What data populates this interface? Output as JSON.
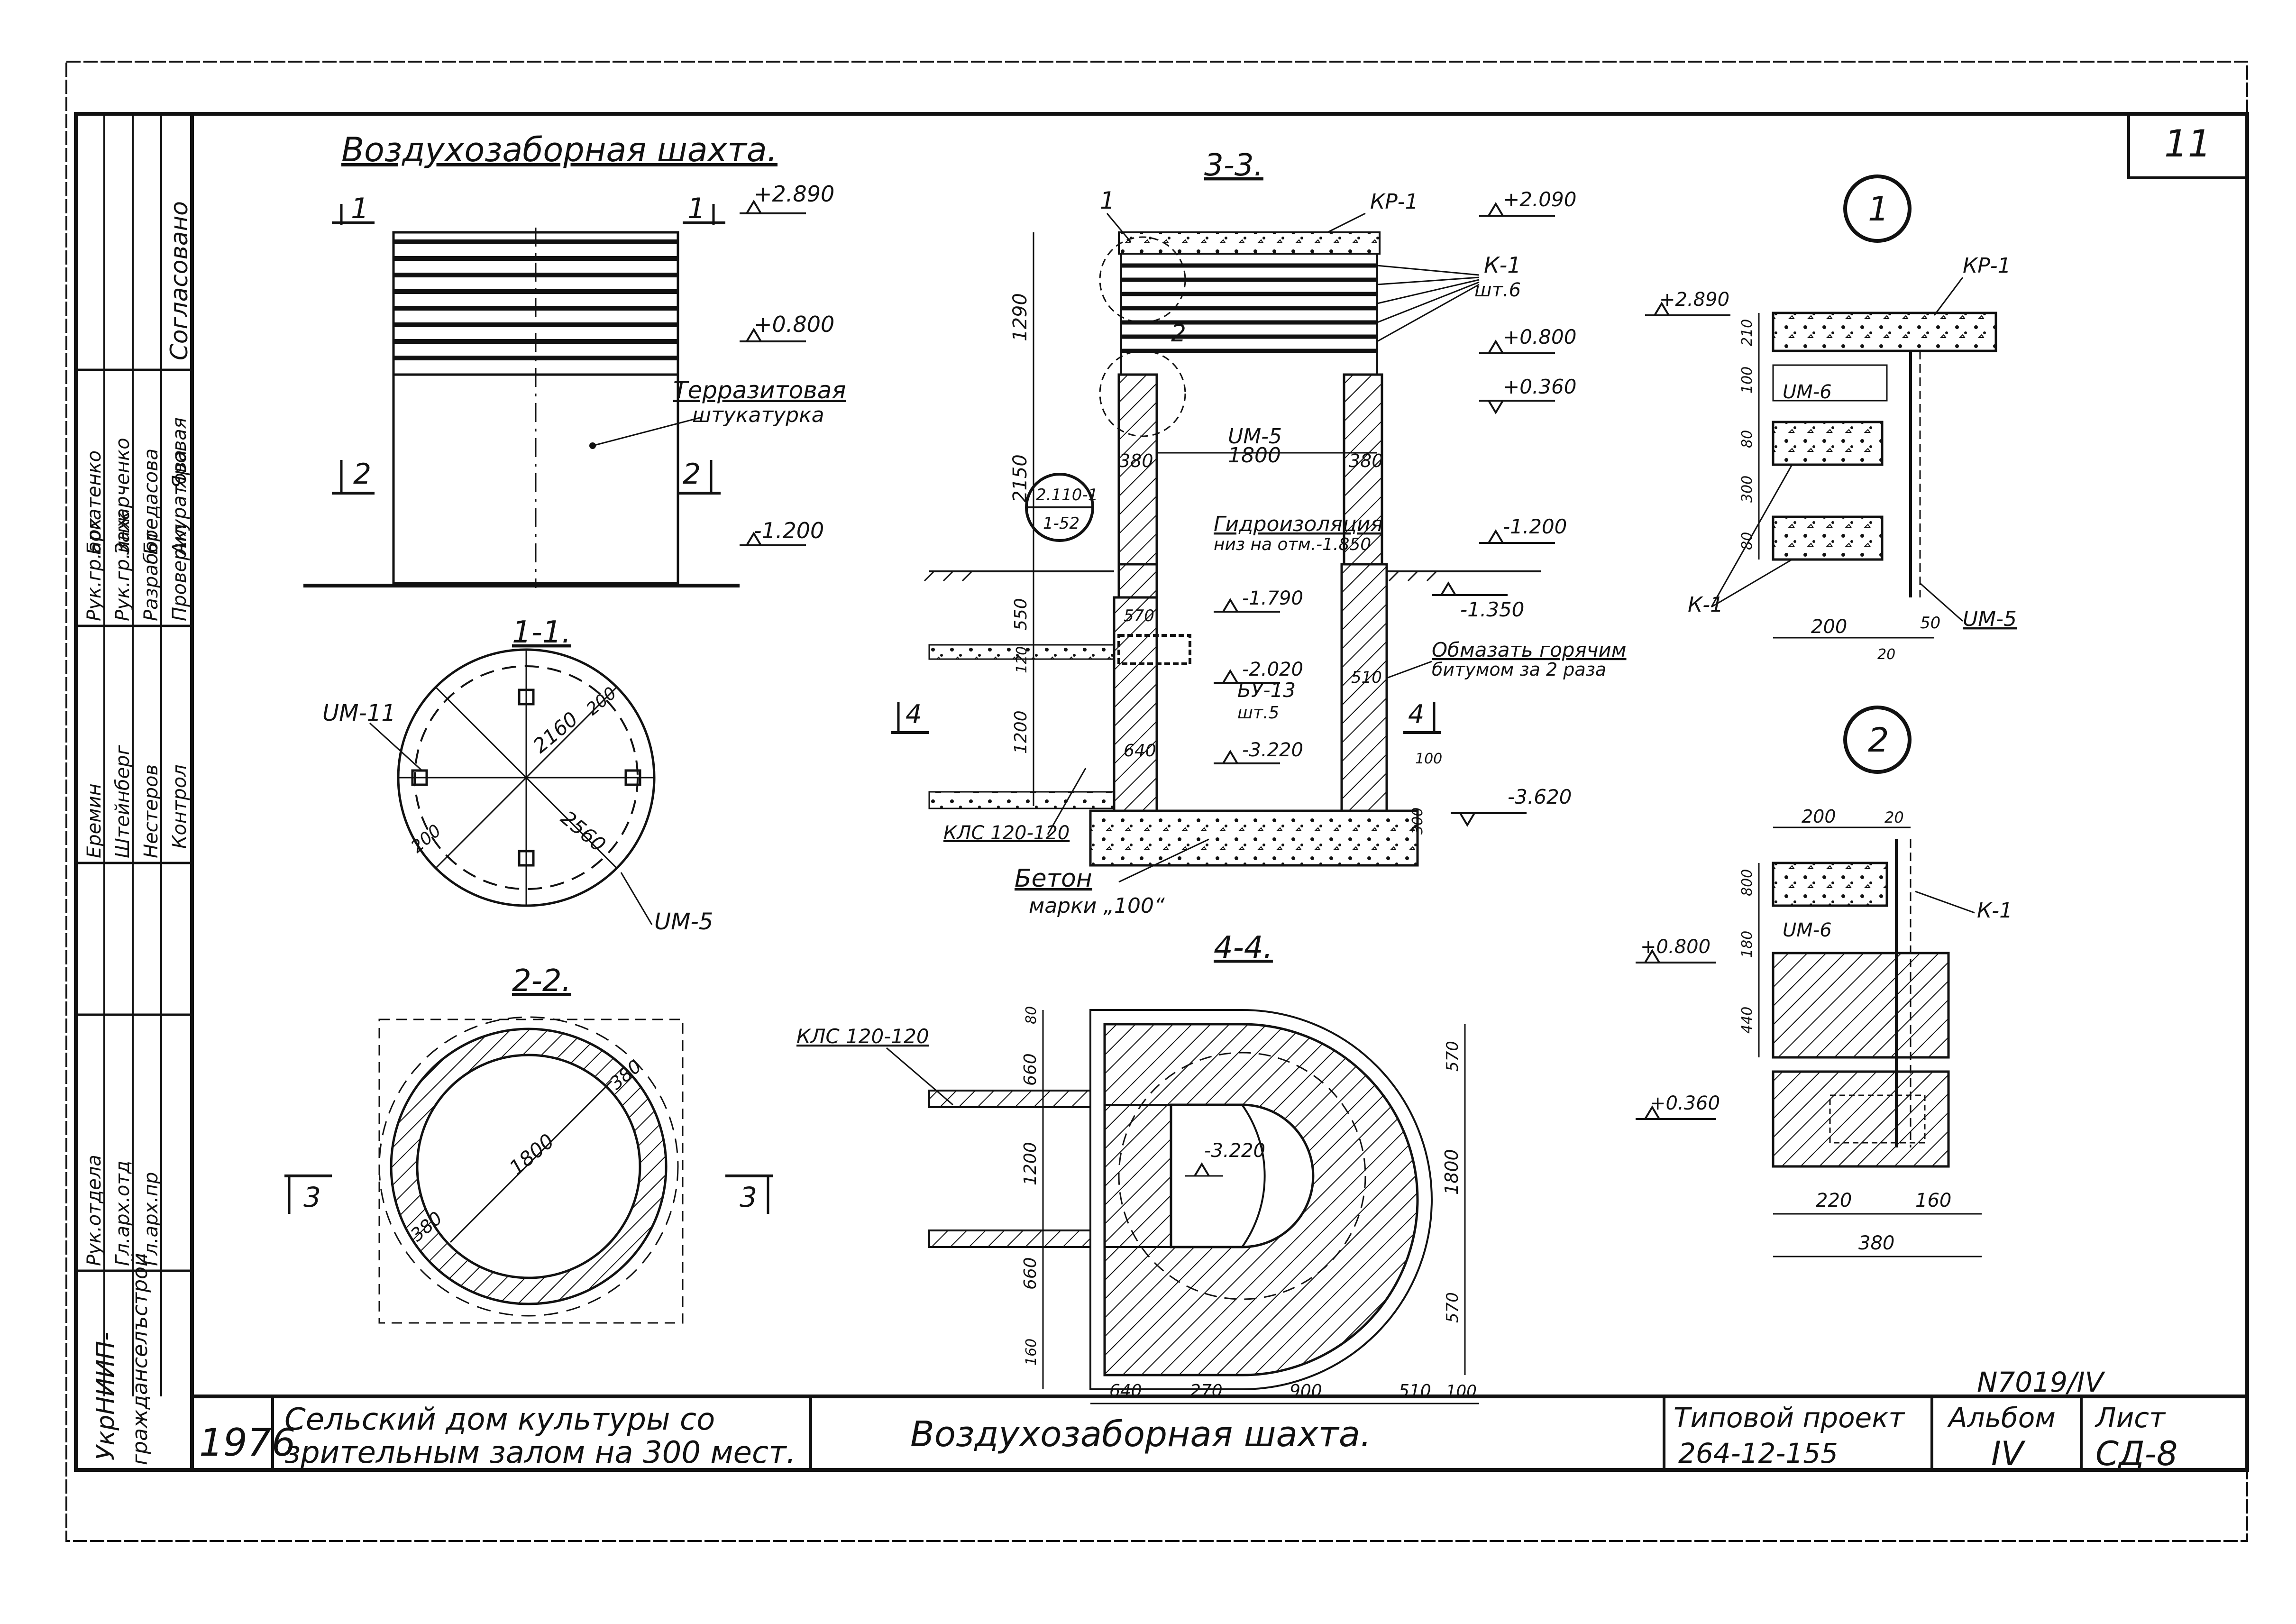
{
  "sheet": {
    "number": "11",
    "doc_no": "N7019/IV",
    "year": "1976",
    "project_name_line1": "Сельский дом культуры со",
    "project_name_line2": "зрительным залом на 300 мест.",
    "drawing_title": "Воздухозаборная шахта.",
    "project_label": "Типовой проект",
    "project_code": "264-12-155",
    "album_label": "Альбом",
    "album_value": "IV",
    "sheet_label": "Лист",
    "sheet_value": "СД-8",
    "org_line1": "УкрНИИП-",
    "org_line2": "гражданселъстрой"
  },
  "side_stamp": {
    "agreed": "Согласовано",
    "roles": [
      "Рук.гр.арх",
      "Рук.гр.инж",
      "Разработ",
      "Проверил",
      "Контрол"
    ],
    "names_a": [
      "Еремин",
      "Штейнберг",
      "Нестеров"
    ],
    "names_b": [
      "Богатенко",
      "Захарченко",
      "Бредасова",
      "Акуратова",
      "Яровая"
    ],
    "roles_b": [
      "Рук.отдела",
      "Гл.арх.отд",
      "Гл.арх.пр"
    ]
  },
  "elevation": {
    "title": "Воздухозаборная шахта.",
    "cut1": "1",
    "cut2": "2",
    "lev_top": "+2.890",
    "lev_mid": "+0.800",
    "lev_bot": "-1.200",
    "finish_1": "Терразитовая",
    "finish_2": "штукатурка"
  },
  "section_11": {
    "title": "1-1.",
    "mark_a": "UM-11",
    "mark_b": "UM-5",
    "d1": "2160",
    "d2": "2560",
    "d3": "200",
    "d4": "200"
  },
  "section_22": {
    "title": "2-2.",
    "cut": "3",
    "d1": "1800",
    "d2": "380",
    "d3": "380"
  },
  "section_33": {
    "title": "3-3.",
    "callout1": "1",
    "callout2": "2",
    "kp": "КР-1",
    "k1": "К-1",
    "k1_qty": "шт.6",
    "lev_top": "+2.090",
    "lev_08": "+0.800",
    "lev_036": "+0.360",
    "lev_12": "-1.200",
    "lev_135": "-1.350",
    "lev_179": "-1.790",
    "lev_202": "-2.020",
    "lev_322": "-3.220",
    "lev_362": "-3.620",
    "dim_1290": "1290",
    "dim_2150": "2150",
    "dim_550": "550",
    "dim_120": "120",
    "dim_1200": "1200",
    "dim_380a": "380",
    "dim_1800": "1800",
    "dim_380b": "380",
    "dim_570": "570",
    "dim_510": "510",
    "dim_640": "640",
    "dim_100": "100",
    "dim_300": "300",
    "um5": "UM-5",
    "ref_1": "2.110-1",
    "ref_2": "1-52",
    "hydro_1": "Гидроизоляция",
    "hydro_2": "низ на отм.-1.850",
    "coat_1": "Обмазать горячим",
    "coat_2": "битумом за 2 раза",
    "bu": "БУ-13",
    "bu_qty": "шт.5",
    "kls": "КЛС 120-120",
    "beton_1": "Бетон",
    "beton_2": "марки „100“",
    "cut4": "4"
  },
  "section_44": {
    "title": "4-4.",
    "kls": "КЛС 120-120",
    "lev": "-3.220",
    "d_660a": "660",
    "d_1200": "1200",
    "d_660b": "660",
    "d_80": "80",
    "d_160": "160",
    "d_570a": "570",
    "d_1800": "1800",
    "d_570b": "570",
    "b_640": "640",
    "b_270": "270",
    "b_900": "900",
    "b_510": "510",
    "b_100": "100"
  },
  "node1": {
    "label": "1",
    "lev": "+2.890",
    "kp": "КР-1",
    "um6": "UM-6",
    "k1": "К-1",
    "um5": "UM-5",
    "d_200": "200",
    "d_50": "50",
    "d_20": "20",
    "v_210": "210",
    "v_100": "100",
    "v_80": "80",
    "v_300": "300",
    "v_80b": "80"
  },
  "node2": {
    "label": "2",
    "lev_08": "+0.800",
    "lev_036": "+0.360",
    "um6": "UM-6",
    "k1": "К-1",
    "d_200": "200",
    "d_20": "20",
    "v_800": "800",
    "v_180": "180",
    "v_440": "440",
    "b_220": "220",
    "b_160": "160",
    "b_380": "380"
  }
}
